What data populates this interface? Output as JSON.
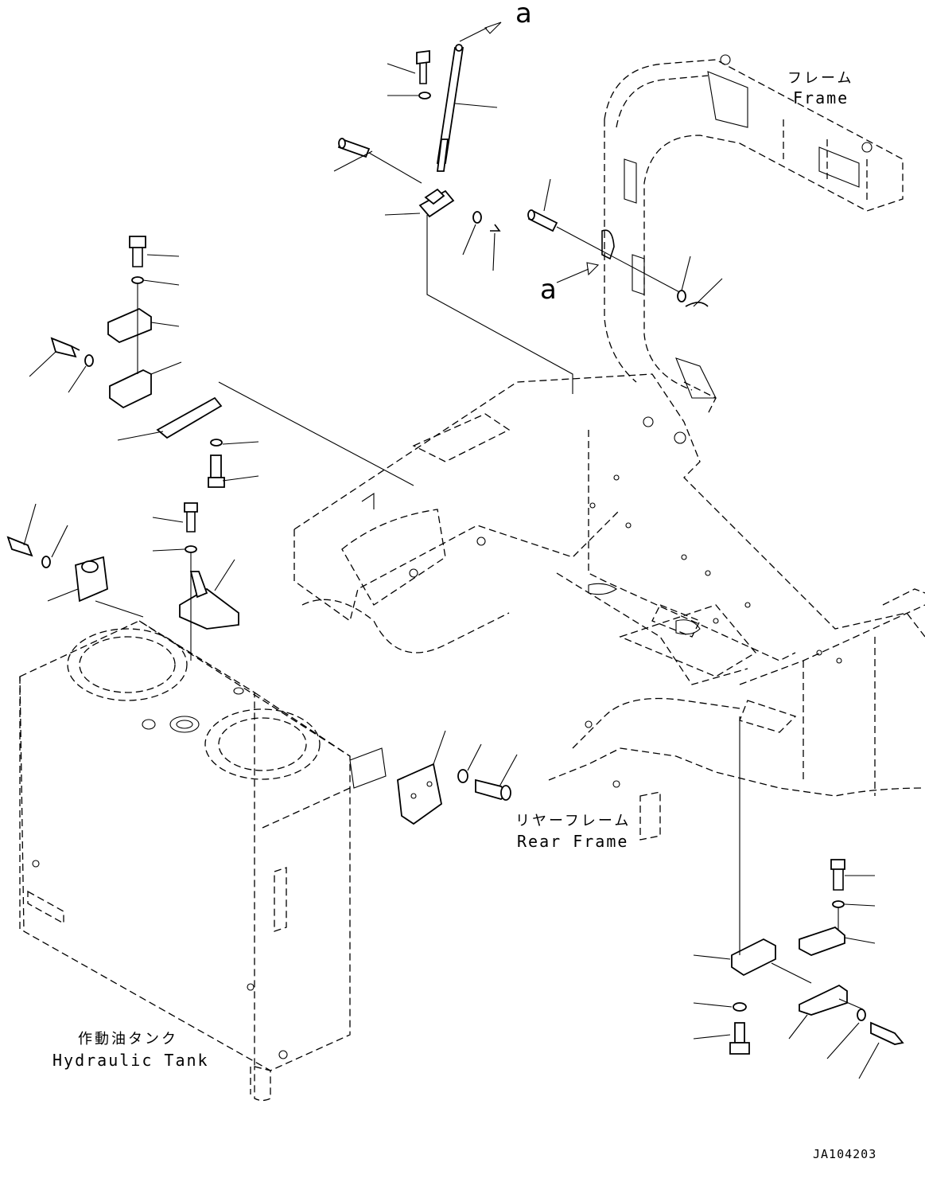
{
  "labels": {
    "frame_jp": "フレーム",
    "frame_en": "Frame",
    "rear_frame_jp": "リヤーフレーム",
    "rear_frame_en": "Rear Frame",
    "tank_jp": "作動油タンク",
    "tank_en": "Hydraulic Tank",
    "ref_a_top": "a",
    "ref_a_mid": "a",
    "drawing_id": "JA104203"
  },
  "colors": {
    "line": "#000000",
    "background": "#ffffff"
  }
}
